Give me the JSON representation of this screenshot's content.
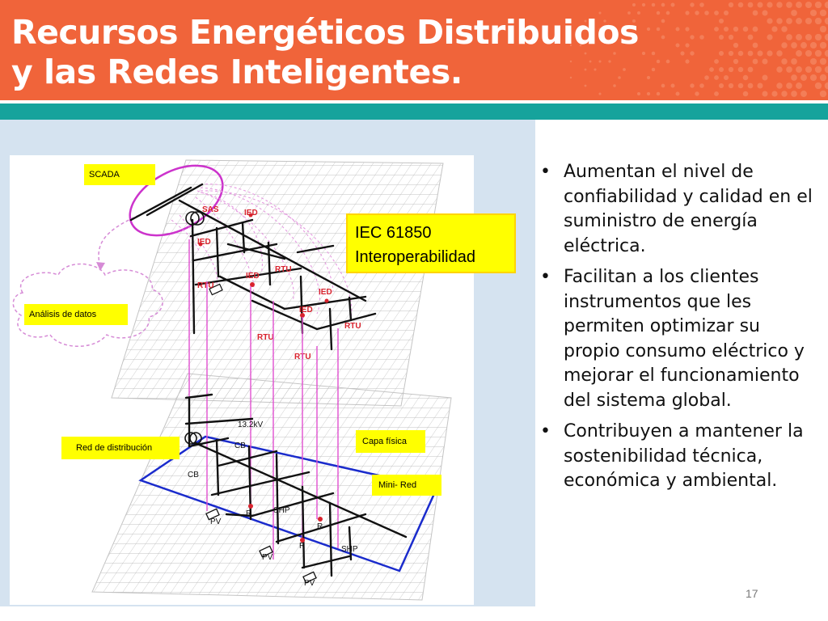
{
  "slide": {
    "title_line1": "Recursos Energéticos Distribuidos",
    "title_line2": "y las Redes Inteligentes.",
    "page_number": "17"
  },
  "colors": {
    "header": "#f0643a",
    "teal": "#16a39c",
    "panel": "#d5e3f0",
    "callout": "#ffff00",
    "magenta": "#e04fd0",
    "network_blue": "#1a2bcc",
    "device_red": "#d9232e"
  },
  "callouts": {
    "scada": "SCADA",
    "analisis": "Análisis de datos",
    "red_distribucion": "Red de distribución",
    "capa_fisica": "Capa física",
    "mini_red": "Mini- Red",
    "iec_line1": "IEC 61850",
    "iec_line2": "Interoperabilidad"
  },
  "diagram": {
    "upper_layer_labels": [
      "SAS",
      "IED",
      "IED",
      "IED",
      "RTU",
      "IED",
      "RTU",
      "IED",
      "RTU",
      "RTU",
      "RTU"
    ],
    "lower_layer_labels": [
      "13.2kV",
      "CB",
      "CB",
      "PV",
      "R",
      "SHP",
      "R",
      "PV",
      "R",
      "SHP",
      "PV"
    ],
    "upper_icons": [
      "transformer-icon",
      "sas-icon"
    ],
    "lower_icons": [
      "transformer-icon"
    ]
  },
  "bullets": [
    "Aumentan el nivel de confiabilidad y calidad en el suministro de energía eléctrica.",
    "Facilitan a los clientes instrumentos que les permiten optimizar su propio consumo eléctrico y mejorar el funcionamiento del sistema global.",
    "Contribuyen a mantener la sostenibilidad técnica, económica y ambiental."
  ]
}
